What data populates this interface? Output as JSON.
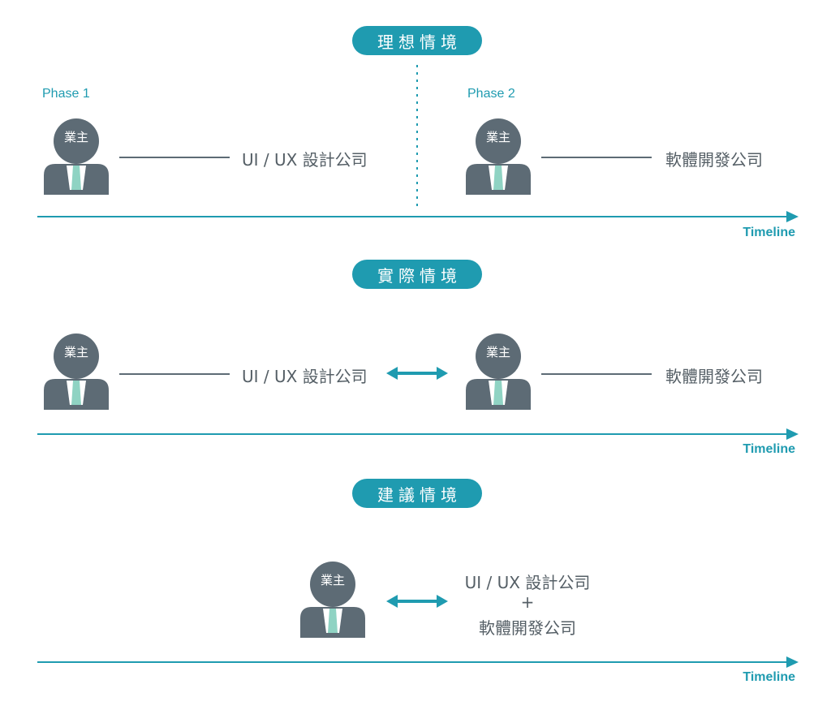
{
  "scenarios": [
    {
      "title": "理想情境"
    },
    {
      "title": "實際情境"
    },
    {
      "title": "建議情境"
    }
  ],
  "phases": {
    "phase1": "Phase 1",
    "phase2": "Phase 2"
  },
  "person_label": "業主",
  "ui_ux_company": "UI / UX 設計公司",
  "software_company": "軟體開發公司",
  "plus_sign": "+",
  "timeline_label": "Timeline",
  "colors": {
    "accent": "#1f9bb0",
    "person_body": "#5d6b75",
    "tie": "#8fd3c3",
    "line": "#5d6b75"
  }
}
